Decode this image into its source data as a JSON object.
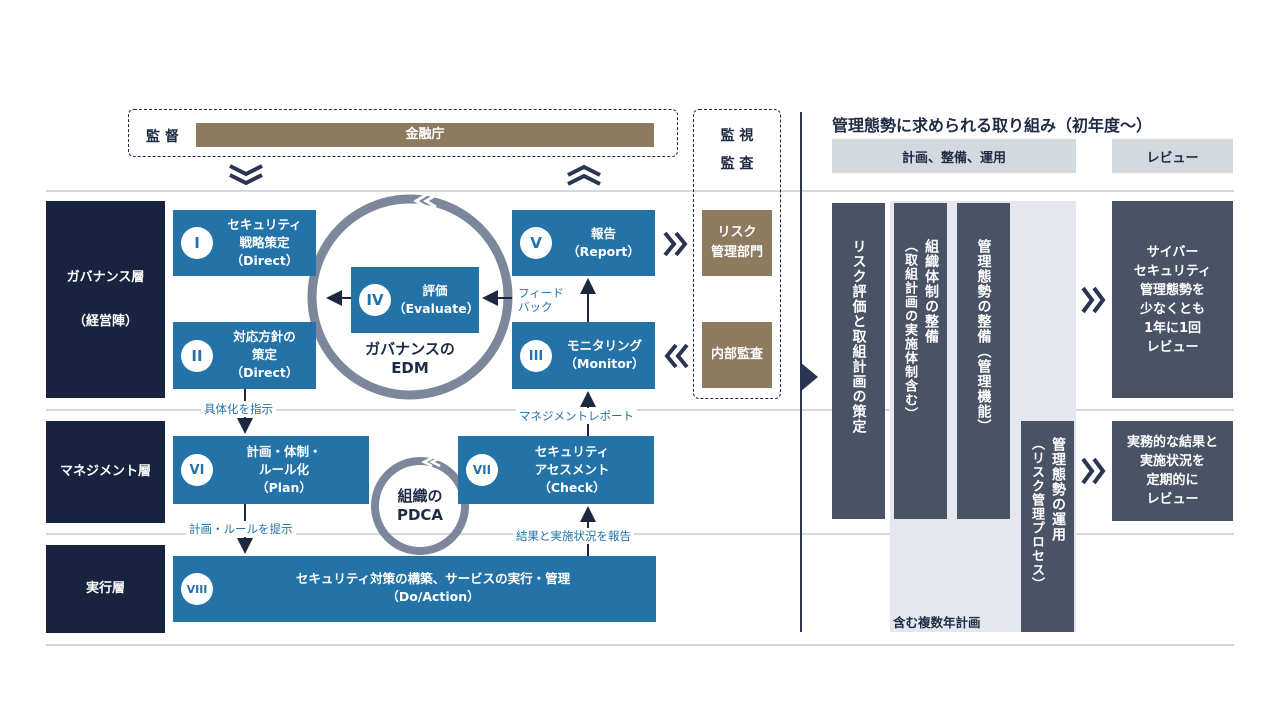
{
  "supervision": {
    "label": "監 督",
    "fsa": "金融庁"
  },
  "oversight": {
    "line1": "監 視",
    "line2": "監 査",
    "risk_dept": "リスク\n管理部門",
    "internal_audit": "内部監査"
  },
  "layers": {
    "governance": "ガバナンス層\n\n（経営陣）",
    "management": "マネジメント層",
    "execution": "実行層"
  },
  "boxes": {
    "I": {
      "num": "I",
      "text": "セキュリティ\n戦略策定\n（Direct）"
    },
    "II": {
      "num": "II",
      "text": "対応方針の\n策定\n（Direct）"
    },
    "IV": {
      "num": "IV",
      "text": "評価\n（Evaluate）"
    },
    "V": {
      "num": "V",
      "text": "報告\n（Report）"
    },
    "III": {
      "num": "III",
      "text": "モニタリング\n（Monitor）"
    },
    "VI": {
      "num": "VI",
      "text": "計画・体制・\nルール化\n（Plan）"
    },
    "VII": {
      "num": "VII",
      "text": "セキュリティ\nアセスメント\n（Check）"
    },
    "VIII": {
      "num": "VIII",
      "text": "セキュリティ対策の構築、サービスの実行・管理\n（Do/Action）"
    }
  },
  "cycles": {
    "edm": "ガバナンスの\nEDM",
    "pdca": "組織の\nPDCA"
  },
  "labels": {
    "feedback": "フィード\nバック",
    "concretize": "具体化を指示",
    "mgmt_report": "マネジメントレポート",
    "plan_present": "計画・ルールを提示",
    "result_report": "結果と実施状況を報告"
  },
  "right": {
    "title": "管理態勢に求められる取り組み（初年度〜）",
    "header_plan": "計画、整備、運用",
    "header_review": "レビュー",
    "col1": "リスク評価と取組計画の策定",
    "col2a": "組織体制の整備",
    "col2b": "（取組計画の実施体制含む）",
    "col3": "管理態勢の整備（管理機能）",
    "col4a": "管理態勢の運用",
    "col4b": "（リスク管理プロセス）",
    "multi_year": "含む複数年計画",
    "review1": "サイバー\nセキュリティ\n管理態勢を\n少なくとも\n1年に1回\nレビュー",
    "review2": "実務的な結果と\n実施状況を\n定期的に\nレビュー"
  },
  "colors": {
    "navy": "#18233f",
    "blue": "#2373a8",
    "brown": "#8d7a5f",
    "slate": "#4a5366",
    "gray": "#d4d8df"
  }
}
